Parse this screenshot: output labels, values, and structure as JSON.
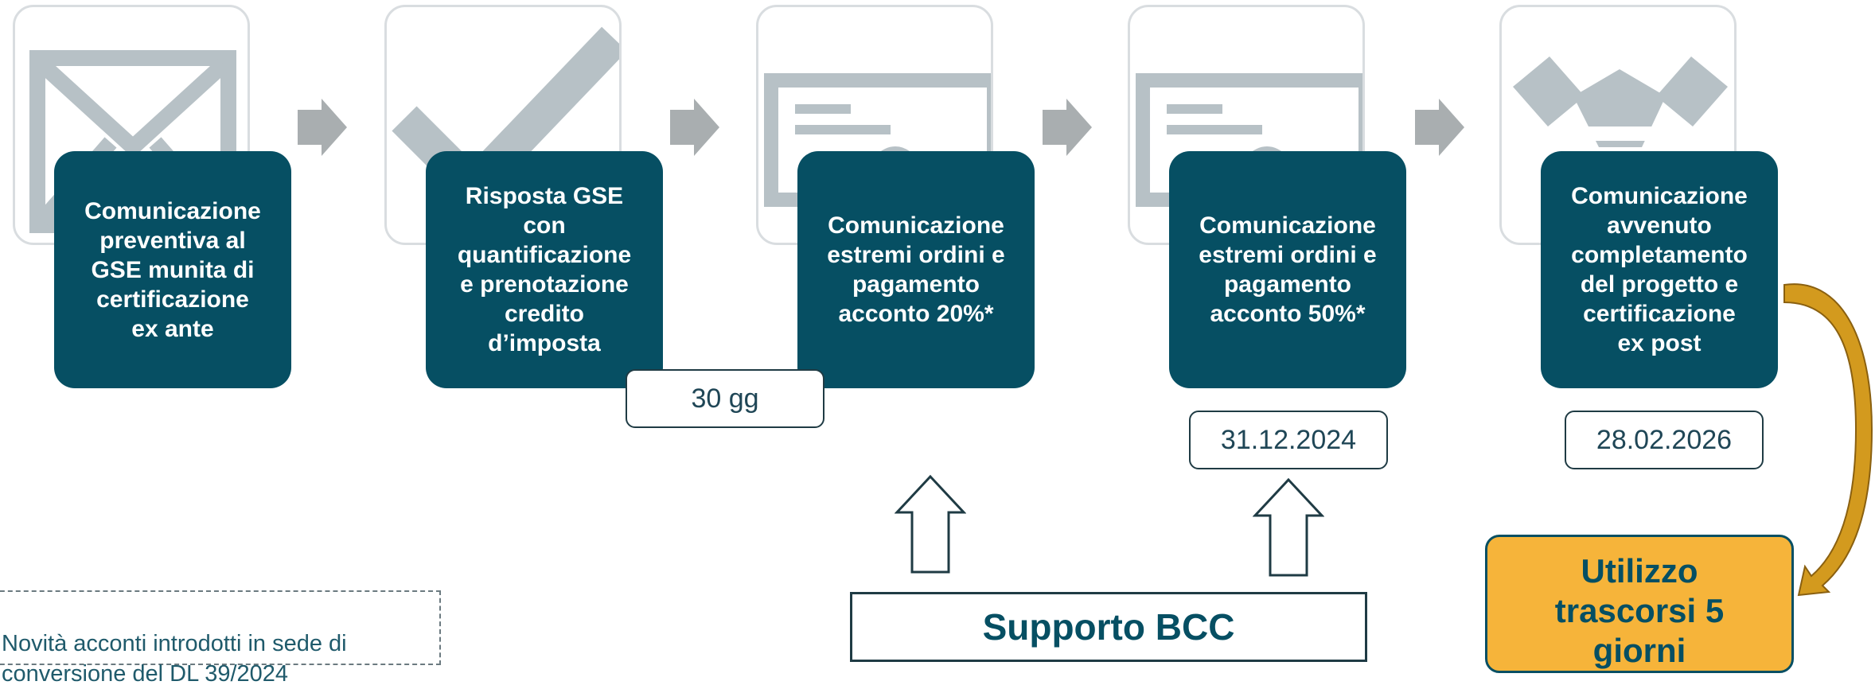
{
  "steps": [
    {
      "icon": "envelope-icon",
      "label": "Comunicazione\npreventiva al\nGSE munita di\ncertificazione\nex ante"
    },
    {
      "icon": "checkmark-icon",
      "label": "Risposta GSE\ncon\nquantificazione\ne prenotazione\ncredito\nd’imposta"
    },
    {
      "icon": "cheque-icon",
      "label": "Comunicazione\nestremi ordini e\npagamento\nacconto 20%*"
    },
    {
      "icon": "cheque-icon",
      "label": "Comunicazione\nestremi ordini e\npagamento\nacconto 50%*"
    },
    {
      "icon": "handshake-icon",
      "label": "Comunicazione\navvenuto\ncompletamento\ndel progetto e\ncertificazione\nex post"
    }
  ],
  "deadlines": {
    "d1": "30 gg",
    "d2": "31.12.2024",
    "d3": "28.02.2026"
  },
  "support_label": "Supporto BCC",
  "usage_label": "Utilizzo\ntrascorsi 5\ngiorni",
  "footnote": "Novità acconti introdotti in sede di\nconversione del DL 39/2024",
  "colors": {
    "step_fill": "#064f63",
    "icon_gray": "#b7c1c6",
    "chevron_gray": "#a9aeb0",
    "usage_fill": "#f6b43a",
    "curve_gold": "#d39a1e"
  }
}
